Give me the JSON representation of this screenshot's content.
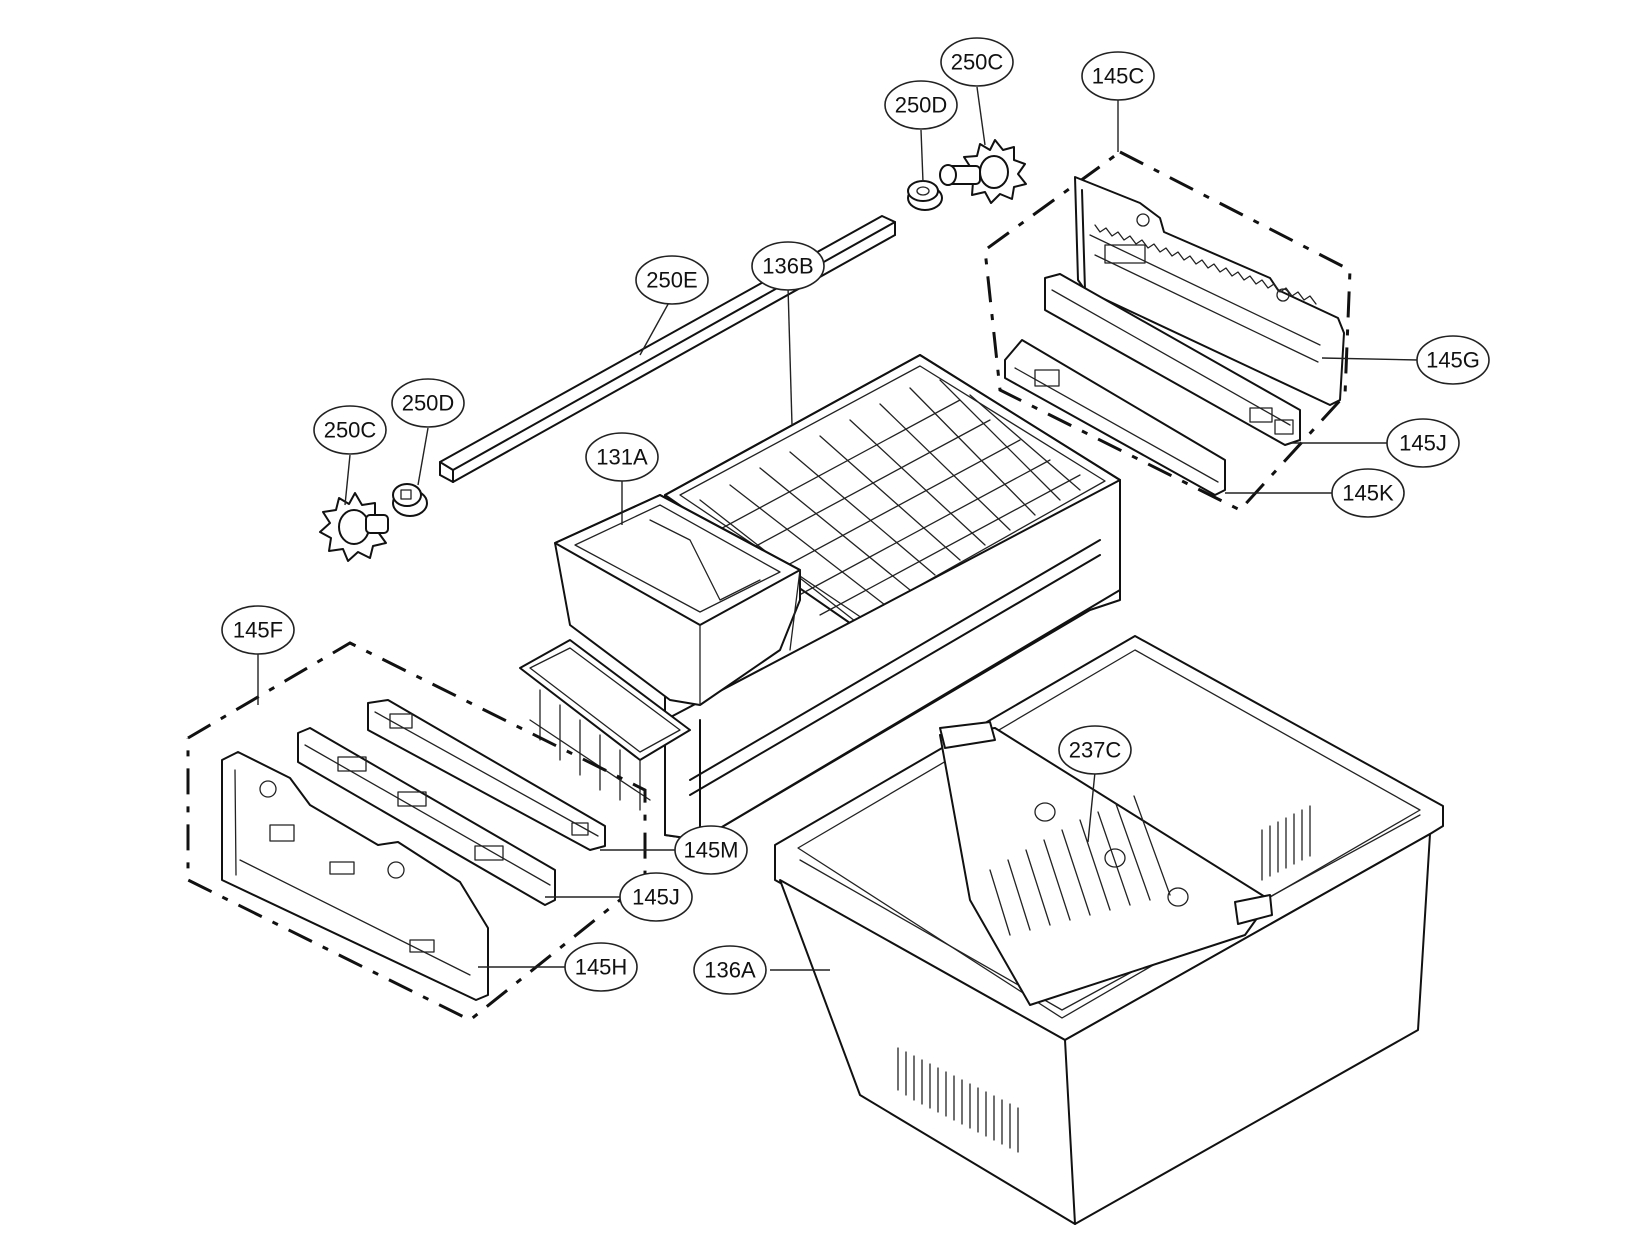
{
  "callouts": [
    {
      "id": "c-250c-top",
      "label": "250C"
    },
    {
      "id": "c-250d-top",
      "label": "250D"
    },
    {
      "id": "c-145c",
      "label": "145C"
    },
    {
      "id": "c-250e",
      "label": "250E"
    },
    {
      "id": "c-136b",
      "label": "136B"
    },
    {
      "id": "c-250d-left",
      "label": "250D"
    },
    {
      "id": "c-250c-left",
      "label": "250C"
    },
    {
      "id": "c-131a",
      "label": "131A"
    },
    {
      "id": "c-145g",
      "label": "145G"
    },
    {
      "id": "c-145j-right",
      "label": "145J"
    },
    {
      "id": "c-145k",
      "label": "145K"
    },
    {
      "id": "c-145f",
      "label": "145F"
    },
    {
      "id": "c-237c",
      "label": "237C"
    },
    {
      "id": "c-145m",
      "label": "145M"
    },
    {
      "id": "c-145j-left",
      "label": "145J"
    },
    {
      "id": "c-145h",
      "label": "145H"
    },
    {
      "id": "c-136a",
      "label": "136A"
    }
  ]
}
